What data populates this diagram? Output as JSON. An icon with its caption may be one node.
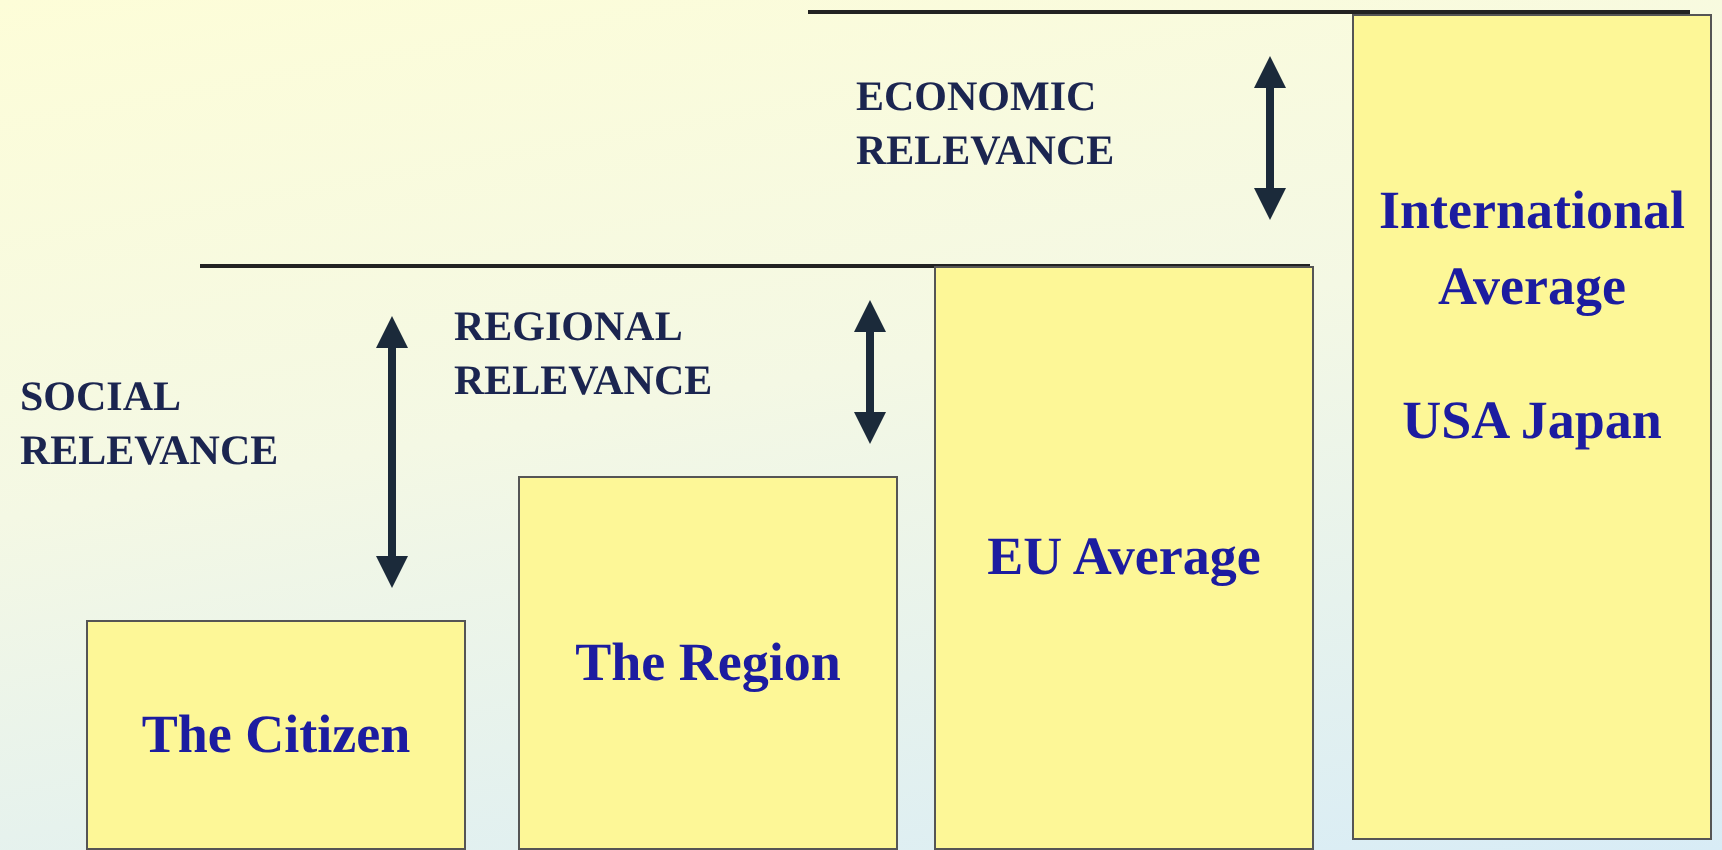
{
  "diagram": {
    "nodes": [
      {
        "text": [
          "The Citizen"
        ]
      },
      {
        "text": [
          "The Region"
        ]
      },
      {
        "text": [
          "EU Average"
        ]
      },
      {
        "text": [
          "International Average",
          "USA Japan"
        ]
      }
    ],
    "labels": [
      "ECONOMIC RELEVANCE",
      "REGIONAL RELEVANCE",
      "SOCIAL RELEVANCE"
    ]
  }
}
